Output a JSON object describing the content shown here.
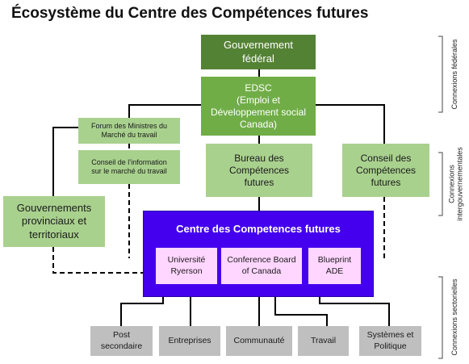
{
  "title": "Écosystème du Centre des Compétences futures",
  "nodes": {
    "gouvernement_federal": "Gouvernement\nfédéral",
    "edsc": "EDSC\n(Emploi et\nDéveloppement social\nCanada)",
    "forum_ministres": "Forum des Ministres du\nMarché du travail",
    "conseil_information": "Conseil de l’information\nsur le marché du travail",
    "bureau_competences": "Bureau des\nCompétences\nfutures",
    "conseil_competences": "Conseil des\nCompétences\nfutures",
    "gouvernements_provinciaux": "Gouvernements\nprovinciaux et\nterritoriaux",
    "centre": "Centre des Competences futures",
    "partners": [
      "Université\nRyerson",
      "Conference Board\nof Canada",
      "Blueprint\nADE"
    ],
    "sectors": [
      "Post\nsecondaire",
      "Entreprises",
      "Communauté",
      "Travail",
      "Systèmes et\nPolitique"
    ]
  },
  "side_labels": {
    "federales": "Connexions fédérales",
    "intergouvernementales": "Connexions\nintergouvernementales",
    "sectorielles": "Connexions sectorielles"
  },
  "colors": {
    "dark_green": "#548235",
    "mid_green": "#70ad47",
    "light_green": "#a9d18e",
    "grey": "#bfbfbf",
    "purple": "#4400ee",
    "pink": "#ffd6ff"
  }
}
